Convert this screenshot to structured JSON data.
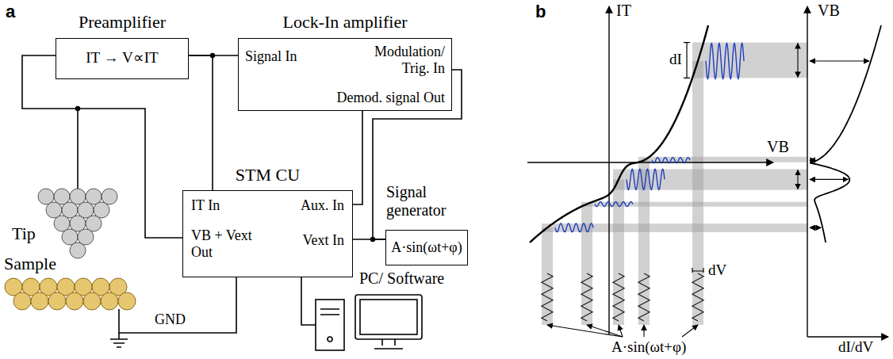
{
  "diagram": {
    "nodes": [
      {
        "text": [
          "Preamplifier",
          "IT → V∝IT"
        ]
      },
      {
        "text": [
          "Lock-In amplifier",
          "Signal In",
          "Modulation/ Trig. In",
          "Demod. signal Out"
        ]
      },
      {
        "text": [
          "STM CU",
          "IT In",
          "VB + Vext Out",
          "Aux. In",
          "Vext In"
        ]
      },
      {
        "text": [
          "Signal generator",
          "A·sin(ωt+φ)"
        ]
      }
    ],
    "edges": [
      {
        "from": 0,
        "to": 1,
        "arrow": "none"
      },
      {
        "from": 0,
        "to": 2,
        "arrow": "none"
      },
      {
        "from": 1,
        "to": 2,
        "arrow": "none"
      },
      {
        "from": 3,
        "to": 2,
        "arrow": "none"
      },
      {
        "from": 3,
        "to": 1,
        "arrow": "none"
      }
    ],
    "labels": [
      "a",
      "Tip",
      "Sample",
      "GND",
      "PC/ Software",
      "b",
      "IT",
      "VB",
      "VB",
      "dI",
      "dV",
      "A·sin(ωt+φ)",
      "dI/dV"
    ]
  }
}
